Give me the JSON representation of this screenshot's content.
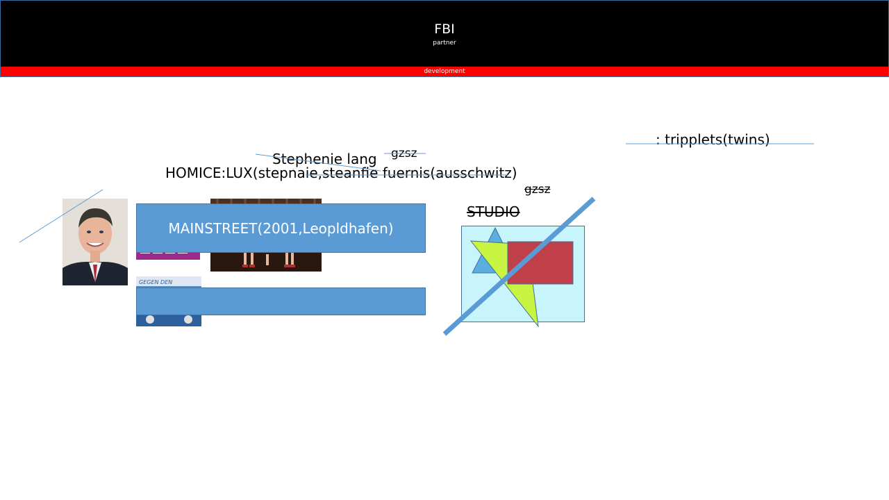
{
  "header": {
    "title": "FBI",
    "subtitle": "partner",
    "bar_label": "development"
  },
  "colors": {
    "header_bg": "#000000",
    "bar": "#ff0000",
    "box_blue": "#5b9bd5",
    "line_blue": "#5b9bd5",
    "studio_bg": "#c8f5fb",
    "triangle_blue": "#5aaee0",
    "triangle_green": "#c8f542",
    "rect_red": "#c0404a"
  },
  "texts": {
    "tripplets": ": tripplets(twins)",
    "stephenie": "Stephenie lang",
    "gzsz_top": "gzsz",
    "homice": "HOMICE:LUX(stepnaie,steanfie fuernis(ausschwitz)",
    "gzsz_right": "gzsz",
    "studio": "STUDIO"
  },
  "boxes": {
    "mainstreet": "MAINSTREET(2001,Leopldhafen)",
    "empty_box": ""
  },
  "images": {
    "person_photo": "portrait-photo",
    "stage_photo": "stage-photo",
    "magazine_1": "magazine-cover",
    "magazine_2": "magazine-cover"
  },
  "magazine": {
    "cover_text": "GEGEN DEN"
  }
}
